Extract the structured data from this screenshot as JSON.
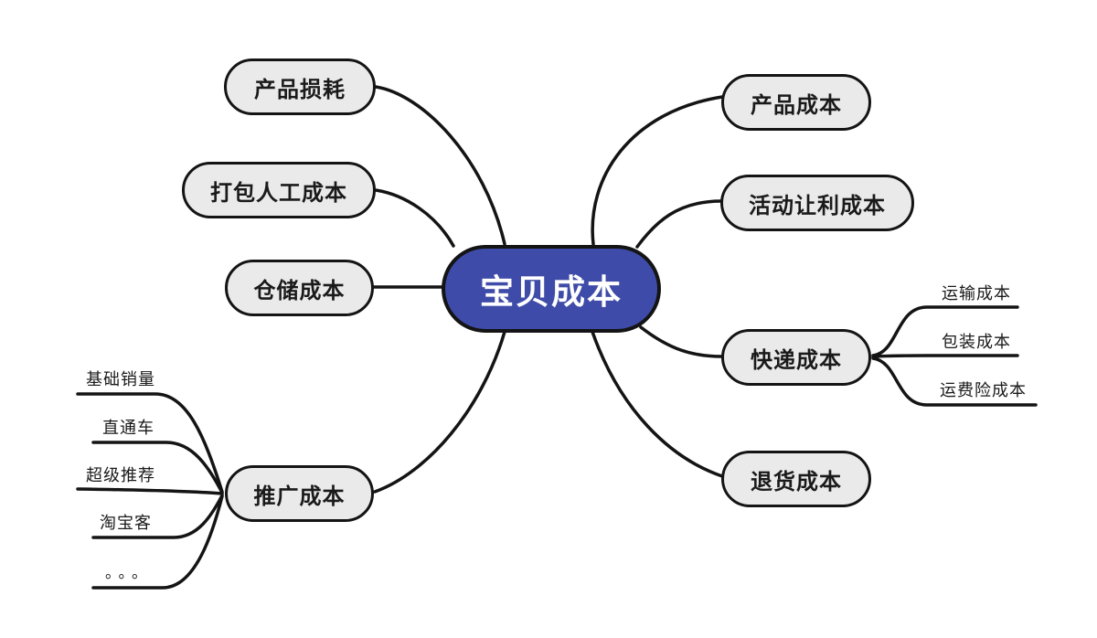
{
  "mindmap": {
    "center": {
      "label": "宝贝成本"
    },
    "left_branches": [
      {
        "label": "产品损耗"
      },
      {
        "label": "打包人工成本"
      },
      {
        "label": "仓储成本"
      },
      {
        "label": "推广成本",
        "children": [
          {
            "label": "基础销量"
          },
          {
            "label": "直通车"
          },
          {
            "label": "超级推荐"
          },
          {
            "label": "淘宝客"
          },
          {
            "label": "。。。"
          }
        ]
      }
    ],
    "right_branches": [
      {
        "label": "产品成本"
      },
      {
        "label": "活动让利成本"
      },
      {
        "label": "快递成本",
        "children": [
          {
            "label": "运输成本"
          },
          {
            "label": "包装成本"
          },
          {
            "label": "运费险成本"
          }
        ]
      },
      {
        "label": "退货成本"
      }
    ],
    "colors": {
      "center_fill": "#3E4BA8",
      "center_text": "#FFFFFF",
      "branch_fill": "#EAEAEA",
      "border_and_lines": "#141414",
      "label_text": "#1A1A1A",
      "background": "#FFFFFF"
    }
  }
}
